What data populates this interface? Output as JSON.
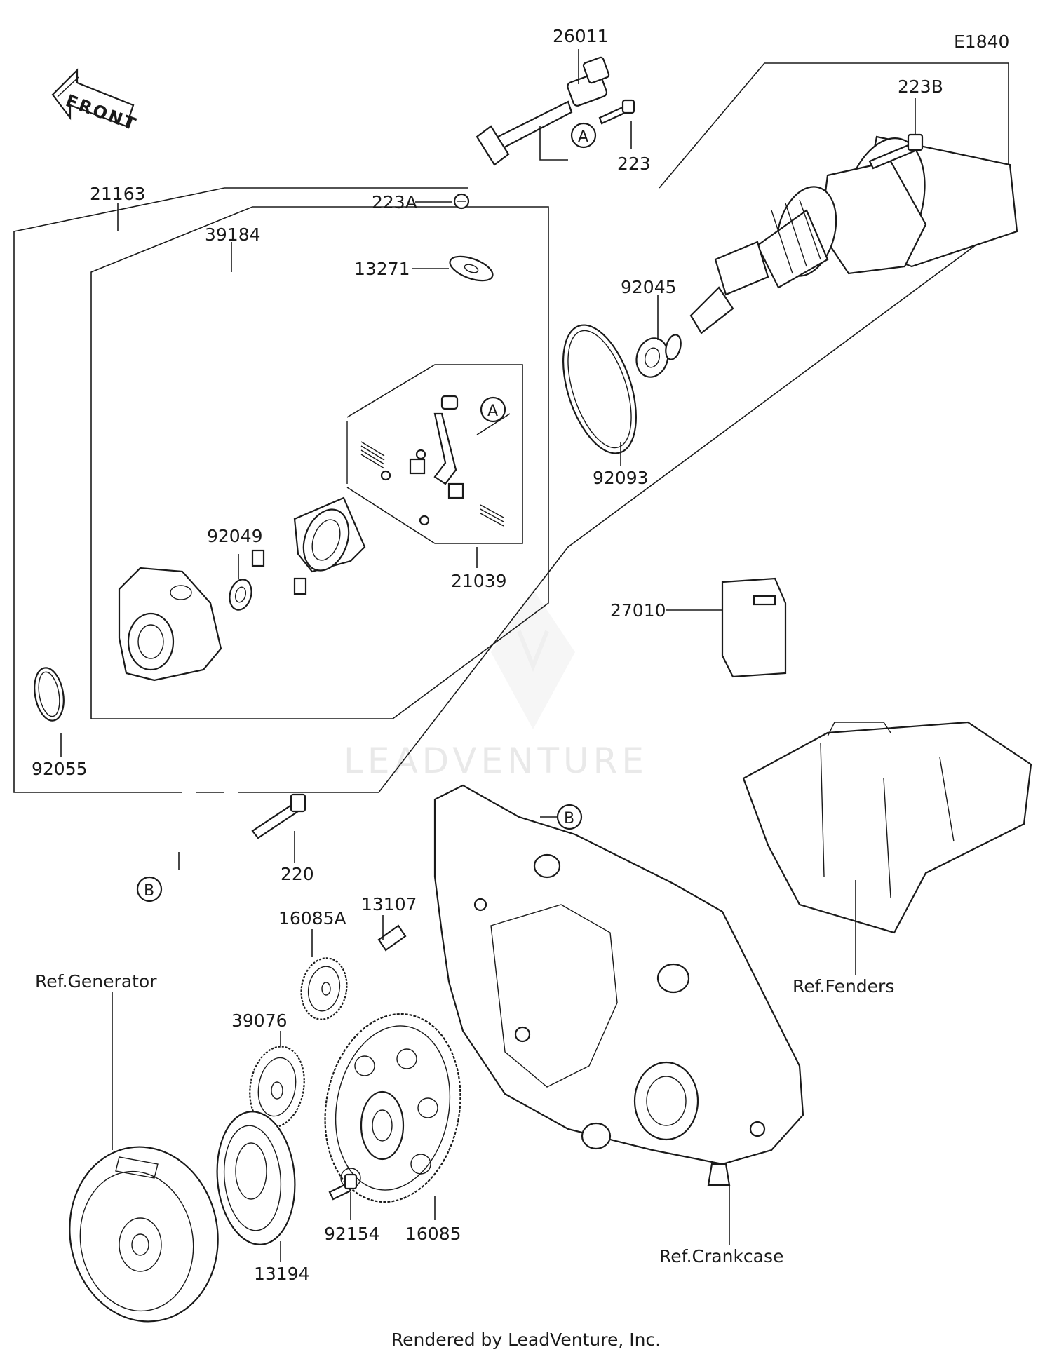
{
  "diagram_code": "E1840",
  "front_label": "FRONT",
  "watermark": "LEADVENTURE",
  "footer": "Rendered by LeadVenture, Inc.",
  "part_labels": {
    "p26011": "26011",
    "p223": "223",
    "p223B": "223B",
    "p21163": "21163",
    "p39184": "39184",
    "p223A": "223A",
    "p13271": "13271",
    "p92045": "92045",
    "p92093": "92093",
    "p92049": "92049",
    "p21039": "21039",
    "p92055": "92055",
    "p220": "220",
    "p27010": "27010",
    "p13107": "13107",
    "p16085A": "16085A",
    "p39076": "39076",
    "p16085": "16085",
    "p92154": "92154",
    "p13194": "13194"
  },
  "ref_labels": {
    "fenders": "Ref.Fenders",
    "generator": "Ref.Generator",
    "crankcase": "Ref.Crankcase"
  },
  "callouts": {
    "a": "A",
    "b": "B"
  }
}
